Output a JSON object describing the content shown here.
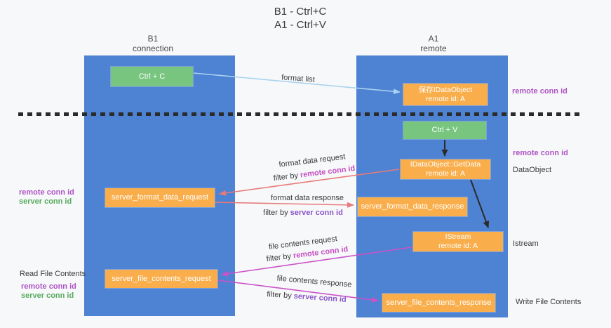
{
  "title": {
    "line1": "B1 - Ctrl+C",
    "line2": "A1 - Ctrl+V"
  },
  "lanes": {
    "left": {
      "name": "B1",
      "role": "connection"
    },
    "right": {
      "name": "A1",
      "role": "remote"
    }
  },
  "boxes": {
    "ctrl_c": {
      "label": "Ctrl + C"
    },
    "ctrl_v": {
      "label": "Ctrl + V"
    },
    "save_dataobject": {
      "line1": "保存IDataObject",
      "line2": "remote id: A"
    },
    "getdata": {
      "line1": "IDataObject::GetData",
      "line2": "remote id: A"
    },
    "istream": {
      "line1": "IStream",
      "line2": "remote id: A"
    },
    "format_request": {
      "label": "server_format_data_request"
    },
    "format_response": {
      "label": "server_format_data_response"
    },
    "file_request": {
      "label": "server_file_contents_request"
    },
    "file_response": {
      "label": "server_file_contents_response"
    }
  },
  "arrows": {
    "format_list": {
      "label": "format list"
    },
    "format_request": {
      "label": "format data request",
      "filter_prefix": "filter by",
      "filter_key": "remote conn id"
    },
    "format_response": {
      "label": "format data response",
      "filter_prefix": "filter by",
      "filter_key": "server conn id"
    },
    "file_request": {
      "label": "file contents request",
      "filter_prefix": "filter by",
      "filter_key": "remote conn id"
    },
    "file_response": {
      "label": "file contents response",
      "filter_prefix": "filter by",
      "filter_key": "server conn id"
    }
  },
  "side_labels": {
    "left_format": {
      "remote": "remote conn id",
      "server": "server conn id"
    },
    "left_file": {
      "title": "Read File Contents",
      "remote": "remote conn id",
      "server": "server conn id"
    },
    "right_top": {
      "remote": "remote conn id"
    },
    "right_dataobject": {
      "remote": "remote conn id",
      "name": "DataObject"
    },
    "right_istream": {
      "name": "Istream"
    },
    "right_file": {
      "name": "Write File Contents"
    }
  },
  "colors": {
    "lane_blue": "#4e82d2",
    "box_orange": "#f9ae4b",
    "box_green": "#77c57f",
    "arrow_light_blue": "#a9d3f0",
    "arrow_salmon": "#e87a7a",
    "arrow_magenta": "#cb52c8",
    "arrow_black": "#2b2b2b",
    "remote_conn_id_text": "#ad53c4",
    "server_conn_id_green_text": "#56ab5e",
    "server_conn_id_purple_text": "#8a55c8",
    "background": "#f7f8f9"
  }
}
